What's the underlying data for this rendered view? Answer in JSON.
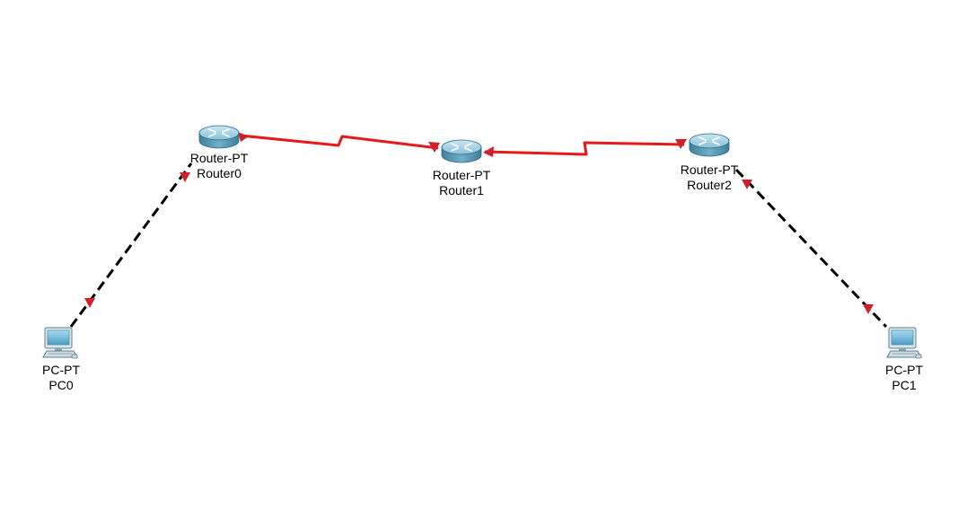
{
  "diagram": {
    "devices": [
      {
        "id": "router0",
        "kind": "router",
        "model": "Router-PT",
        "name": "Router0"
      },
      {
        "id": "router1",
        "kind": "router",
        "model": "Router-PT",
        "name": "Router1"
      },
      {
        "id": "router2",
        "kind": "router",
        "model": "Router-PT",
        "name": "Router2"
      },
      {
        "id": "pc0",
        "kind": "pc",
        "model": "PC-PT",
        "name": "PC0"
      },
      {
        "id": "pc1",
        "kind": "pc",
        "model": "PC-PT",
        "name": "PC1"
      }
    ],
    "links": [
      {
        "from": "router0",
        "to": "router1",
        "type": "serial",
        "color": "#e8181b",
        "status": "down"
      },
      {
        "from": "router1",
        "to": "router2",
        "type": "serial",
        "color": "#e8181b",
        "status": "down"
      },
      {
        "from": "pc0",
        "to": "router0",
        "type": "copper-crossover",
        "color": "#000000",
        "status": "down"
      },
      {
        "from": "router2",
        "to": "pc1",
        "type": "copper-crossover",
        "color": "#000000",
        "status": "down"
      }
    ],
    "colors": {
      "port_down": "#d0202a",
      "router_body": "#5f9db5",
      "pc_screen": "#6fb3d6"
    }
  }
}
